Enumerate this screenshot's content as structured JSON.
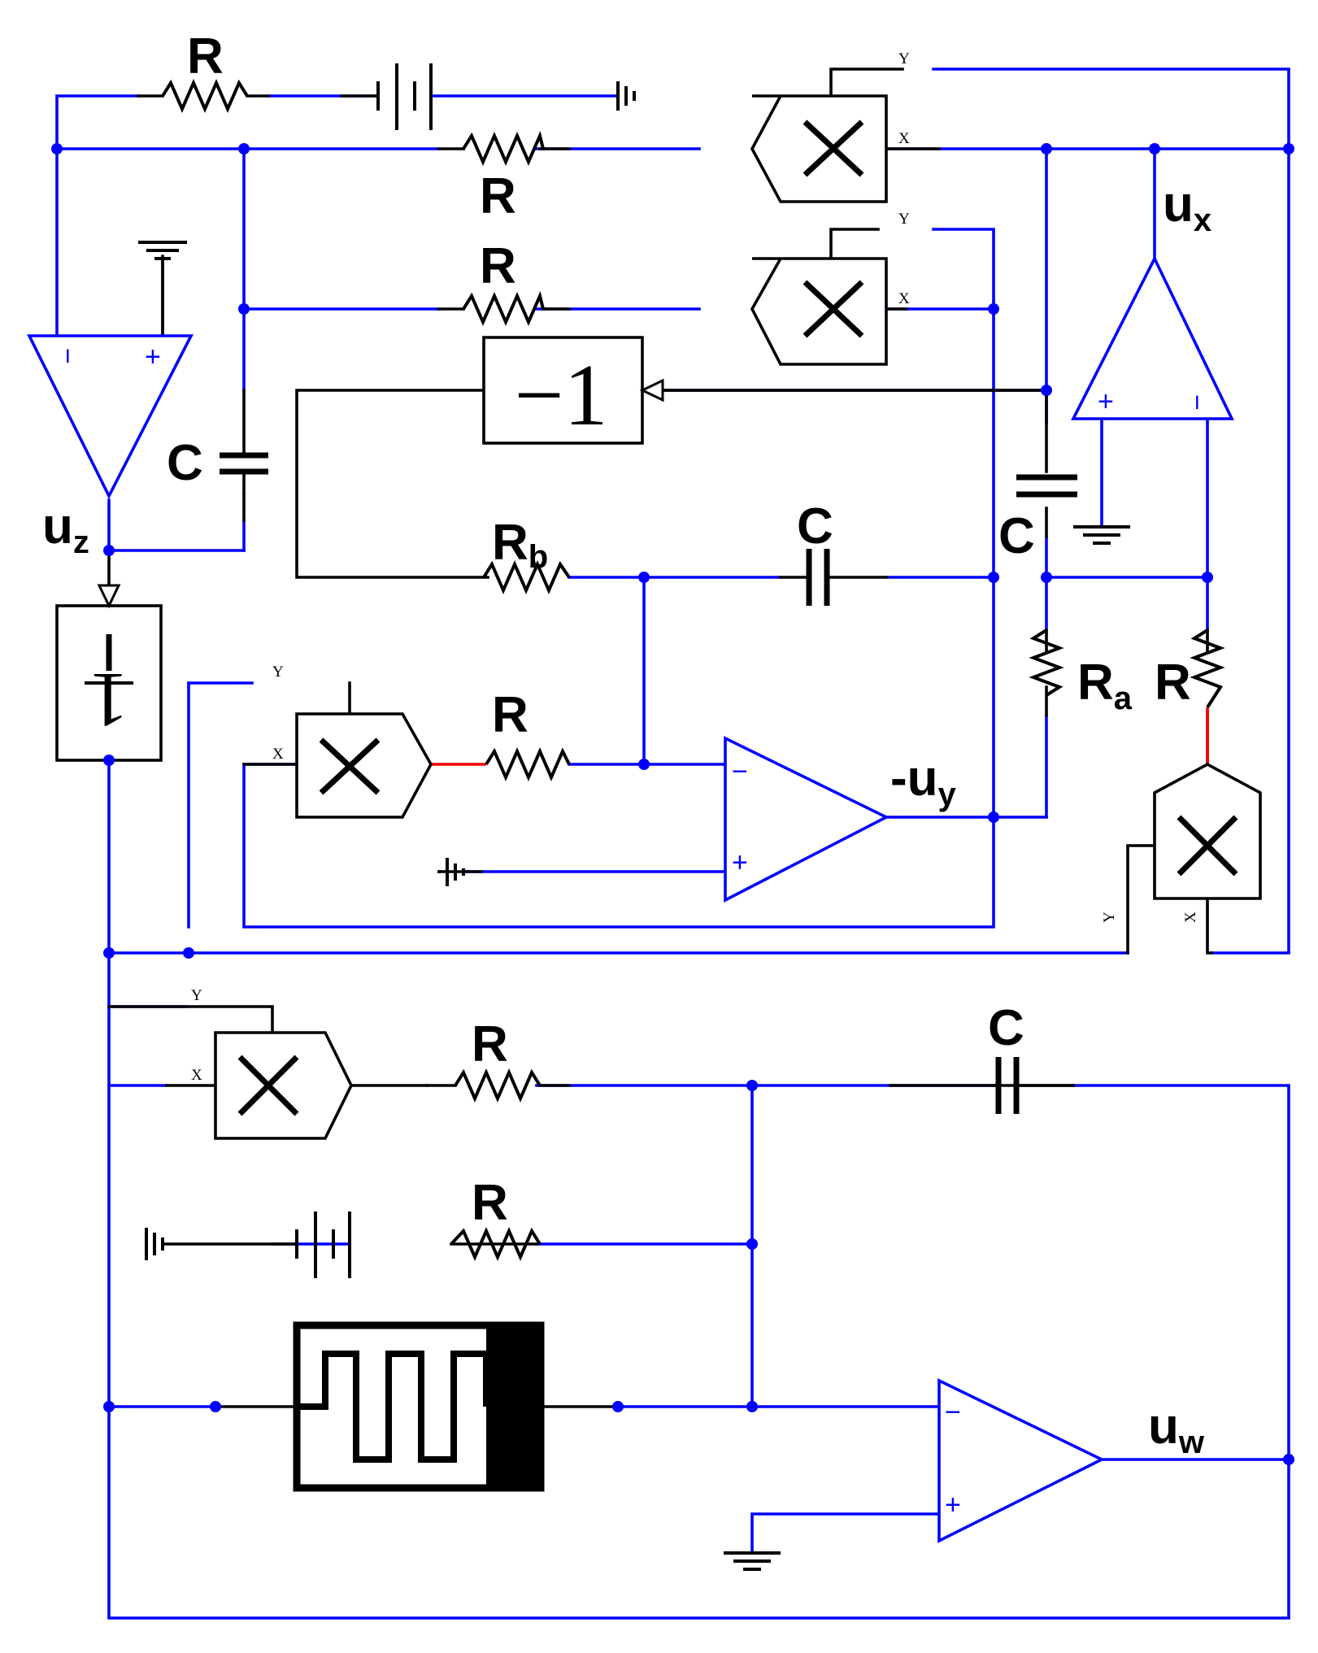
{
  "labels": {
    "r": "R",
    "c": "C",
    "rb_main": "R",
    "rb_sub": "b",
    "ra_main": "R",
    "ra_sub": "a",
    "ux_main": "u",
    "ux_sub": "x",
    "uy_main": "-u",
    "uy_sub": "y",
    "uz_main": "u",
    "uz_sub": "z",
    "uw_main": "u",
    "uw_sub": "w",
    "neg_one": "−1",
    "one": "1"
  },
  "pins": {
    "x": "X",
    "y": "Y"
  },
  "signs": {
    "minus": "−",
    "plus": "+"
  },
  "colors": {
    "wire": "#0000ff",
    "component": "#000000",
    "highlight": "#ff0000"
  }
}
